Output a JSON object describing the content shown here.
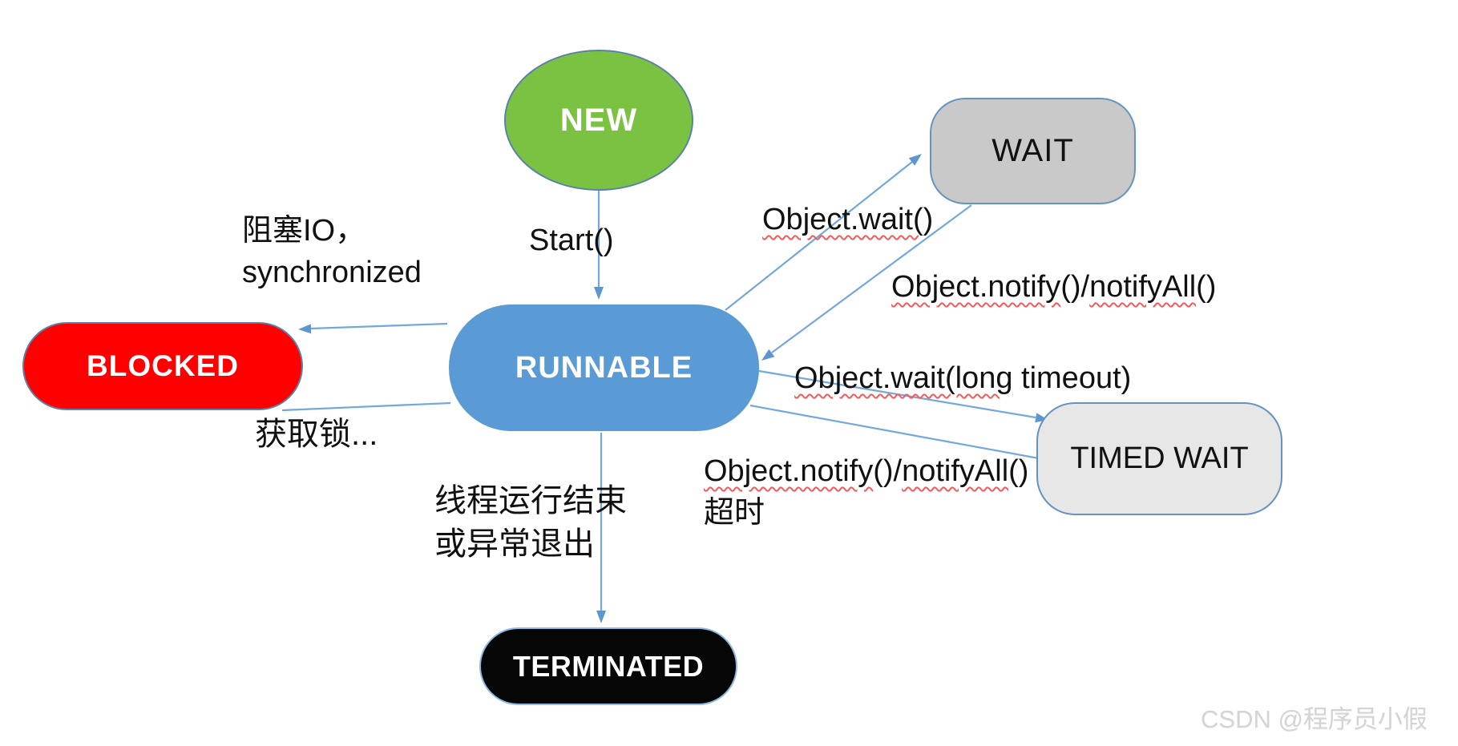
{
  "diagram_type": "java-thread-state-diagram",
  "states": {
    "new": {
      "label": "NEW",
      "color": "#7CC242"
    },
    "runnable": {
      "label": "RUNNABLE",
      "color": "#5B9BD5"
    },
    "blocked": {
      "label": "BLOCKED",
      "color": "#FF0000"
    },
    "wait": {
      "label": "WAIT",
      "color": "#C9C9C9"
    },
    "timed_wait": {
      "label": "TIMED WAIT",
      "color": "#E7E7E7"
    },
    "terminated": {
      "label": "TERMINATED",
      "color": "#060606"
    }
  },
  "transitions": {
    "start": {
      "label": "Start()"
    },
    "block_reason": {
      "line1": "阻塞IO，",
      "line2": "synchronized"
    },
    "acquire_lock": {
      "label": "获取锁..."
    },
    "wait_call": {
      "parts": [
        {
          "t": "Object.wait("
        },
        {
          "t": ")"
        }
      ]
    },
    "notify_upper": {
      "parts": [
        {
          "t": "Object.notify"
        },
        {
          "t": "()/"
        },
        {
          "t": "notifyAll"
        },
        {
          "t": "()"
        }
      ]
    },
    "wait_long": {
      "parts": [
        {
          "t": "Object.wait(long"
        },
        {
          "t": " timeout)"
        }
      ]
    },
    "notify_lower": {
      "parts": [
        {
          "t": "Object.notify"
        },
        {
          "t": "()/"
        },
        {
          "t": "notifyAll"
        },
        {
          "t": "()"
        }
      ],
      "line2": "超时"
    },
    "terminate_reason": {
      "line1": "线程运行结束",
      "line2": "或异常退出"
    }
  },
  "watermark": "CSDN @程序员小假",
  "colors": {
    "connector": "#74A7DB",
    "arrowhead": "#5D96CF",
    "squiggle": "#F25B5B",
    "state_border": "#6293C3",
    "label_text": "#111111",
    "watermark_text": "#D4D4D4"
  }
}
